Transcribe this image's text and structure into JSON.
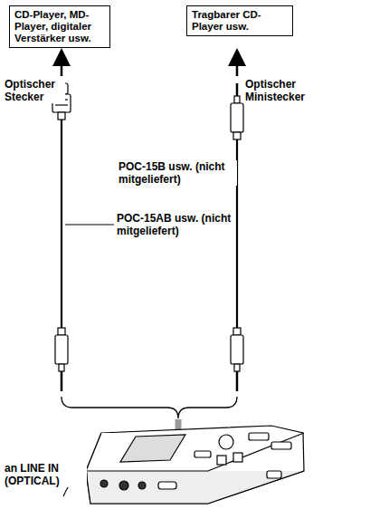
{
  "diagram": {
    "nodes": [
      {
        "text": [
          "CD-Player, MD-Player, digitaler Verstärker usw."
        ]
      },
      {
        "text": [
          "Tragbarer CD-Player usw."
        ]
      }
    ],
    "labels": [
      "Optischer Stecker",
      "Optischer Ministecker",
      "POC-15B usw. (nicht mitgeliefert)",
      "POC-15AB usw. (nicht mitgeliefert)",
      "an LINE IN (OPTICAL)"
    ]
  }
}
